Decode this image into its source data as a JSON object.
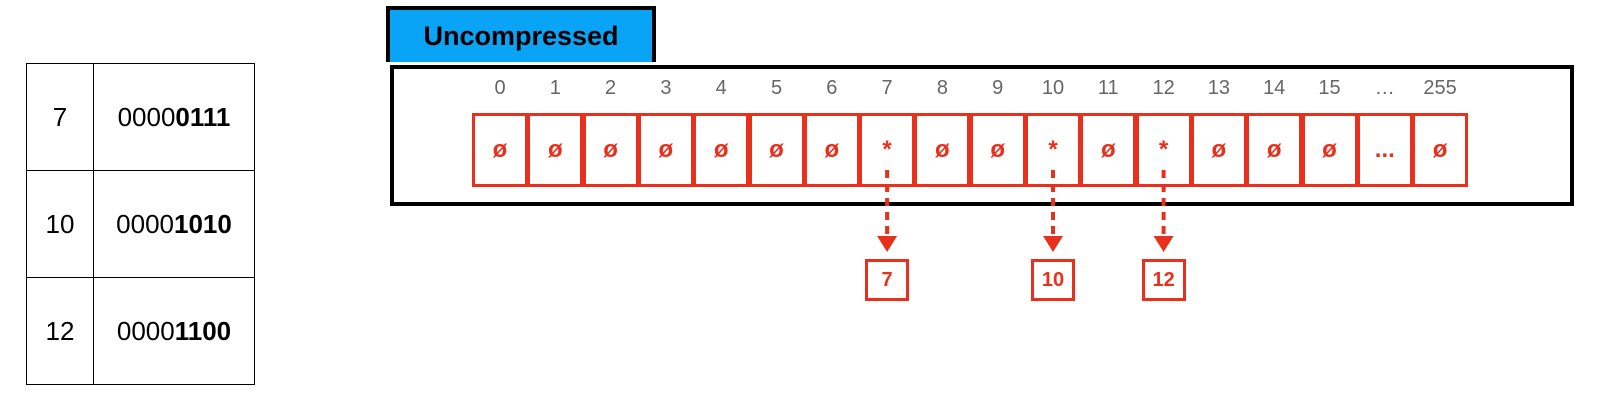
{
  "table": {
    "rows": [
      {
        "key": "7",
        "bits_plain": "0000",
        "bits_bold": "0111"
      },
      {
        "key": "10",
        "bits_plain": "0000",
        "bits_bold": "1010"
      },
      {
        "key": "12",
        "bits_plain": "0000",
        "bits_bold": "1100"
      }
    ]
  },
  "node": {
    "label": "Uncompressed",
    "indices": [
      "0",
      "1",
      "2",
      "3",
      "4",
      "5",
      "6",
      "7",
      "8",
      "9",
      "10",
      "11",
      "12",
      "13",
      "14",
      "15",
      "…",
      "255"
    ],
    "cells": [
      "ø",
      "ø",
      "ø",
      "ø",
      "ø",
      "ø",
      "ø",
      "*",
      "ø",
      "ø",
      "*",
      "ø",
      "*",
      "ø",
      "ø",
      "ø",
      "...",
      "ø"
    ]
  },
  "children": [
    "7",
    "10",
    "12"
  ],
  "colors": {
    "accent": "#e8301c",
    "tab": "#0aa4f6",
    "border": "#000000",
    "index_text": "#666666"
  }
}
